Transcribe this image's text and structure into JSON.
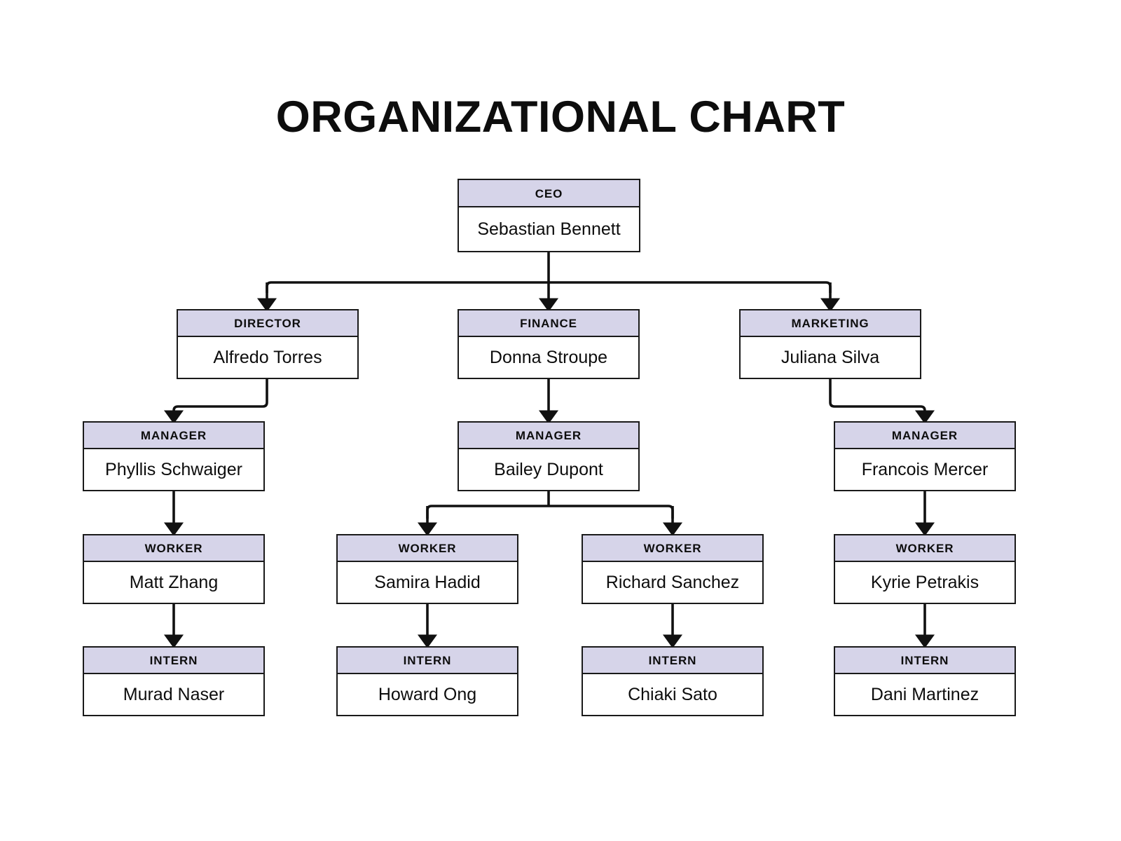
{
  "page": {
    "title": "ORGANIZATIONAL CHART",
    "background_color": "#ffffff",
    "header_fill_color": "#d6d4e9",
    "border_color": "#1a1a1a",
    "text_color": "#0d0d0d"
  },
  "chart_data": {
    "type": "diagram",
    "title": "ORGANIZATIONAL CHART",
    "orientation": "top-down",
    "levels": [
      "CEO",
      "DIRECTOR / FINANCE / MARKETING",
      "MANAGER",
      "WORKER",
      "INTERN"
    ],
    "nodes": [
      {
        "id": "ceo",
        "role": "CEO",
        "name": "Sebastian Bennett",
        "level": 0
      },
      {
        "id": "director",
        "role": "DIRECTOR",
        "name": "Alfredo Torres",
        "level": 1
      },
      {
        "id": "finance",
        "role": "FINANCE",
        "name": "Donna Stroupe",
        "level": 1
      },
      {
        "id": "marketing",
        "role": "MARKETING",
        "name": "Juliana Silva",
        "level": 1
      },
      {
        "id": "manager1",
        "role": "MANAGER",
        "name": "Phyllis Schwaiger",
        "level": 2
      },
      {
        "id": "manager2",
        "role": "MANAGER",
        "name": "Bailey Dupont",
        "level": 2
      },
      {
        "id": "manager3",
        "role": "MANAGER",
        "name": "Francois Mercer",
        "level": 2
      },
      {
        "id": "worker1",
        "role": "WORKER",
        "name": "Matt Zhang",
        "level": 3
      },
      {
        "id": "worker2",
        "role": "WORKER",
        "name": "Samira Hadid",
        "level": 3
      },
      {
        "id": "worker3",
        "role": "WORKER",
        "name": "Richard Sanchez",
        "level": 3
      },
      {
        "id": "worker4",
        "role": "WORKER",
        "name": "Kyrie Petrakis",
        "level": 3
      },
      {
        "id": "intern1",
        "role": "INTERN",
        "name": "Murad Naser",
        "level": 4
      },
      {
        "id": "intern2",
        "role": "INTERN",
        "name": "Howard Ong",
        "level": 4
      },
      {
        "id": "intern3",
        "role": "INTERN",
        "name": "Chiaki Sato",
        "level": 4
      },
      {
        "id": "intern4",
        "role": "INTERN",
        "name": "Dani Martinez",
        "level": 4
      }
    ],
    "edges": [
      {
        "from": "ceo",
        "to": "director"
      },
      {
        "from": "ceo",
        "to": "finance"
      },
      {
        "from": "ceo",
        "to": "marketing"
      },
      {
        "from": "director",
        "to": "manager1"
      },
      {
        "from": "finance",
        "to": "manager2"
      },
      {
        "from": "marketing",
        "to": "manager3"
      },
      {
        "from": "manager1",
        "to": "worker1"
      },
      {
        "from": "manager2",
        "to": "worker2"
      },
      {
        "from": "manager2",
        "to": "worker3"
      },
      {
        "from": "manager3",
        "to": "worker4"
      },
      {
        "from": "worker1",
        "to": "intern1"
      },
      {
        "from": "worker2",
        "to": "intern2"
      },
      {
        "from": "worker3",
        "to": "intern3"
      },
      {
        "from": "worker4",
        "to": "intern4"
      }
    ]
  }
}
